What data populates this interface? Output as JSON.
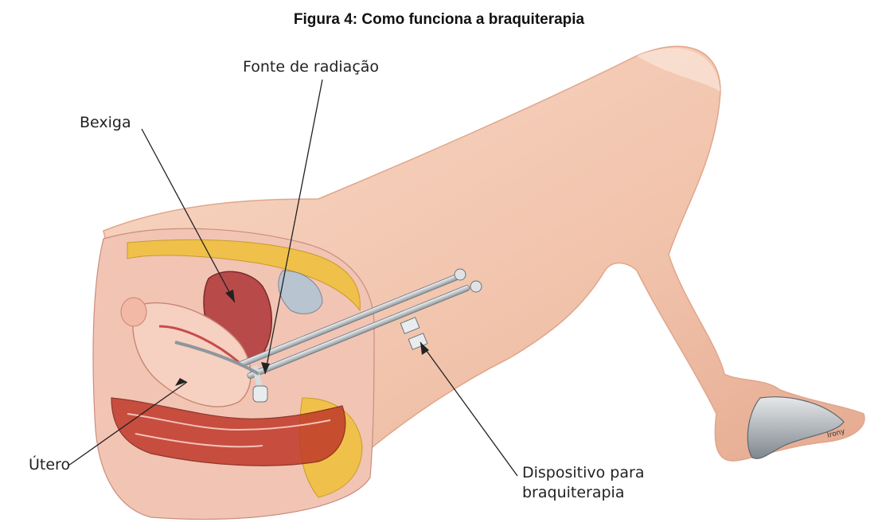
{
  "figure": {
    "title": "Figura 4: Como funciona a braquiterapia",
    "labels": {
      "radiation_source": "Fonte de radiação",
      "bladder": "Bexiga",
      "uterus": "Útero",
      "device_line1": "Dispositivo para",
      "device_line2": "braquiterapia"
    },
    "signature": "Irony"
  }
}
